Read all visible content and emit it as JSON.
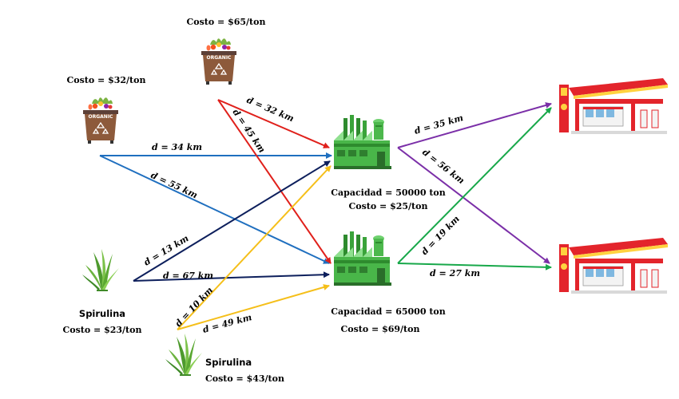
{
  "sources": {
    "organic_1": {
      "cost": "Costo = $32/ton",
      "bin_label": "ORGANIC"
    },
    "organic_2": {
      "cost": "Costo = $65/ton",
      "bin_label": "ORGANIC"
    },
    "spirulina_1": {
      "name": "Spirulina",
      "cost": "Costo = $23/ton"
    },
    "spirulina_2": {
      "name": "Spirulina",
      "cost": "Costo = $43/ton"
    }
  },
  "plants": {
    "plant_1": {
      "capacity": "Capacidad = 50000 ton",
      "cost": "Costo = $25/ton"
    },
    "plant_2": {
      "capacity": "Capacidad = 65000 ton",
      "cost": "Costo = $69/ton"
    }
  },
  "distances": {
    "org1_p1": "d = 34 km",
    "org1_p2": "d = 55 km",
    "org2_p1": "d = 32 km",
    "org2_p2": "d = 45 km",
    "sp1_p1": "d = 13 km",
    "sp1_p2": "d = 67 km",
    "sp2_p1": "d = 10 km",
    "sp2_p2": "d = 49 km",
    "p1_s1": "d = 35 km",
    "p1_s2": "d = 56 km",
    "p2_s1": "d = 19 km",
    "p2_s2": "d = 27 km"
  },
  "colors": {
    "organic_1_routes": "#1f6fbf",
    "organic_2_routes": "#e0201b",
    "spirulina_1_routes": "#0d1f5c",
    "spirulina_2_routes": "#f5bf1a",
    "plant_1_routes": "#7b2fa8",
    "plant_2_routes": "#18a84a"
  },
  "icons": {
    "organic_bin": "organic-bin-icon",
    "spirulina": "spirulina-plant-icon",
    "plant": "factory-icon",
    "station": "gas-station-icon"
  }
}
